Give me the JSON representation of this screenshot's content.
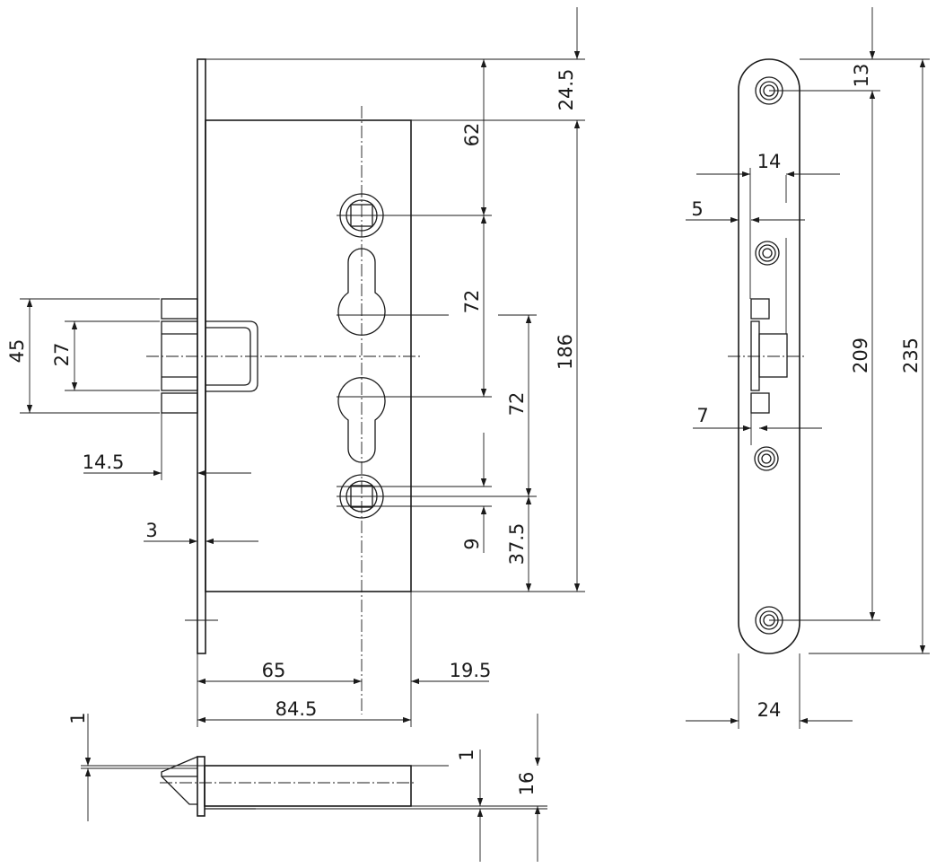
{
  "dimensions": {
    "front_view": {
      "faceplate_top_offset": "24.5",
      "backset_to_top_pin": "62",
      "pin_to_handle": "72",
      "handle_to_cylinder": "72",
      "case_height": "186",
      "latch_height_outer": "45",
      "latch_height_inner": "27",
      "latch_projection": "14.5",
      "faceplate_thickness": "3",
      "pin_size": "9",
      "pin_to_case_bottom": "37.5",
      "backset": "65",
      "case_remainder": "19.5",
      "case_depth": "84.5"
    },
    "side_view": {
      "top_hole_offset": "13",
      "latch_width": "14",
      "faceplate_edge": "5",
      "bolt_offset": "7",
      "hole_spacing": "209",
      "faceplate_length": "235",
      "faceplate_width": "24"
    },
    "top_view": {
      "plate_thickness": "1",
      "case_gap": "1",
      "case_thickness": "16"
    }
  }
}
